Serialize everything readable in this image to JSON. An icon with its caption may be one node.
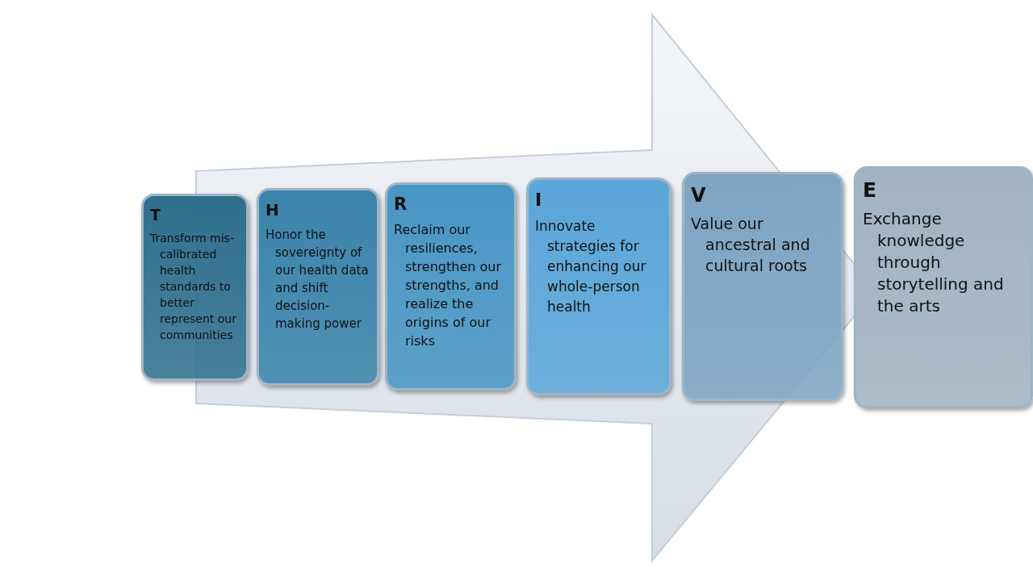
{
  "diagram": {
    "nodes": [
      {
        "text": [
          "T",
          "Transform mis-calibrated health standards to better represent our communities"
        ]
      },
      {
        "text": [
          "H",
          "Honor the sovereignty of our health data and shift decision-making power"
        ]
      },
      {
        "text": [
          "R",
          "Reclaim our resiliences, strengthen our strengths, and realize the origins of our risks"
        ]
      },
      {
        "text": [
          "I",
          "Innovate strategies for enhancing our whole-person health"
        ]
      },
      {
        "text": [
          "V",
          "Value our ancestral and cultural roots"
        ]
      },
      {
        "text": [
          "E",
          "Exchange knowledge through storytelling and the arts"
        ]
      }
    ],
    "edges": [
      {
        "from": 0,
        "to": 5,
        "arrow": "to"
      }
    ]
  }
}
